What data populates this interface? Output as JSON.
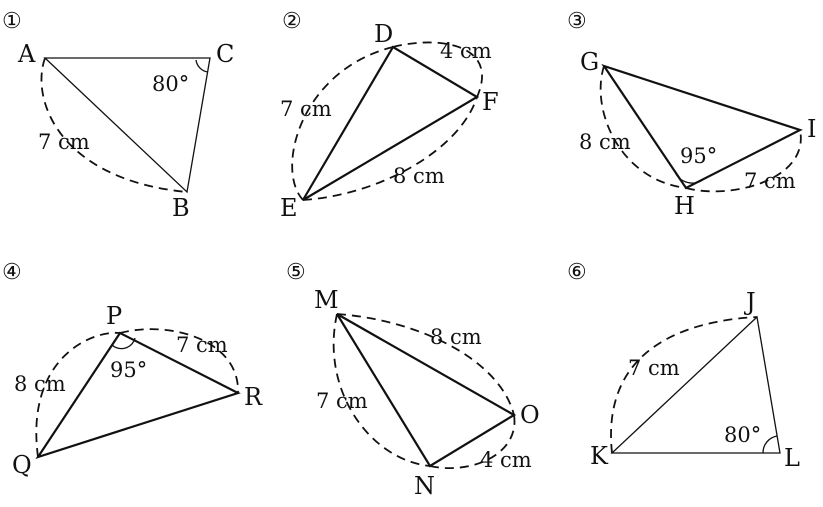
{
  "figures": [
    {
      "number": "①",
      "vertices": [
        "A",
        "B",
        "C"
      ],
      "measures": [
        {
          "text": "7 cm"
        },
        {
          "text": "80°"
        }
      ]
    },
    {
      "number": "②",
      "vertices": [
        "D",
        "E",
        "F"
      ],
      "measures": [
        {
          "text": "4 cm"
        },
        {
          "text": "7 cm"
        },
        {
          "text": "8 cm"
        }
      ]
    },
    {
      "number": "③",
      "vertices": [
        "G",
        "H",
        "I"
      ],
      "measures": [
        {
          "text": "8 cm"
        },
        {
          "text": "95°"
        },
        {
          "text": "7 cm"
        }
      ]
    },
    {
      "number": "④",
      "vertices": [
        "P",
        "Q",
        "R"
      ],
      "measures": [
        {
          "text": "7 cm"
        },
        {
          "text": "8 cm"
        },
        {
          "text": "95°"
        }
      ]
    },
    {
      "number": "⑤",
      "vertices": [
        "M",
        "N",
        "O"
      ],
      "measures": [
        {
          "text": "8 cm"
        },
        {
          "text": "7 cm"
        },
        {
          "text": "4 cm"
        }
      ]
    },
    {
      "number": "⑥",
      "vertices": [
        "J",
        "K",
        "L"
      ],
      "measures": [
        {
          "text": "7 cm"
        },
        {
          "text": "80°"
        }
      ]
    }
  ]
}
